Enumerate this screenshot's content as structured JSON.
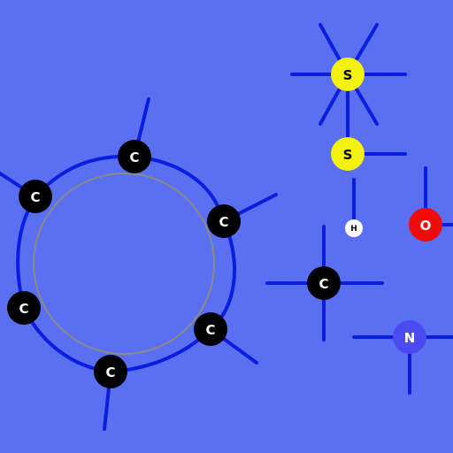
{
  "colors": {
    "background": "#5a6ff2",
    "bond": "#0a1ee0",
    "aromatic_ring": "#8a8a8a",
    "carbon": "#000000",
    "sulfur": "#f2f20a",
    "hydrogen": "#ffffff",
    "oxygen": "#f20a0a",
    "nitrogen": "#4a4af0"
  },
  "atoms": [
    {
      "id": "c1",
      "symbol": "C",
      "element": "carbon"
    },
    {
      "id": "c2",
      "symbol": "C",
      "element": "carbon"
    },
    {
      "id": "c3",
      "symbol": "C",
      "element": "carbon"
    },
    {
      "id": "c4",
      "symbol": "C",
      "element": "carbon"
    },
    {
      "id": "c5",
      "symbol": "C",
      "element": "carbon"
    },
    {
      "id": "c6",
      "symbol": "C",
      "element": "carbon"
    },
    {
      "id": "s1",
      "symbol": "S",
      "element": "sulfur"
    },
    {
      "id": "s2",
      "symbol": "S",
      "element": "sulfur"
    },
    {
      "id": "h1",
      "symbol": "H",
      "element": "hydrogen"
    },
    {
      "id": "o1",
      "symbol": "O",
      "element": "oxygen"
    },
    {
      "id": "c7",
      "symbol": "C",
      "element": "carbon"
    },
    {
      "id": "n1",
      "symbol": "N",
      "element": "nitrogen"
    }
  ]
}
